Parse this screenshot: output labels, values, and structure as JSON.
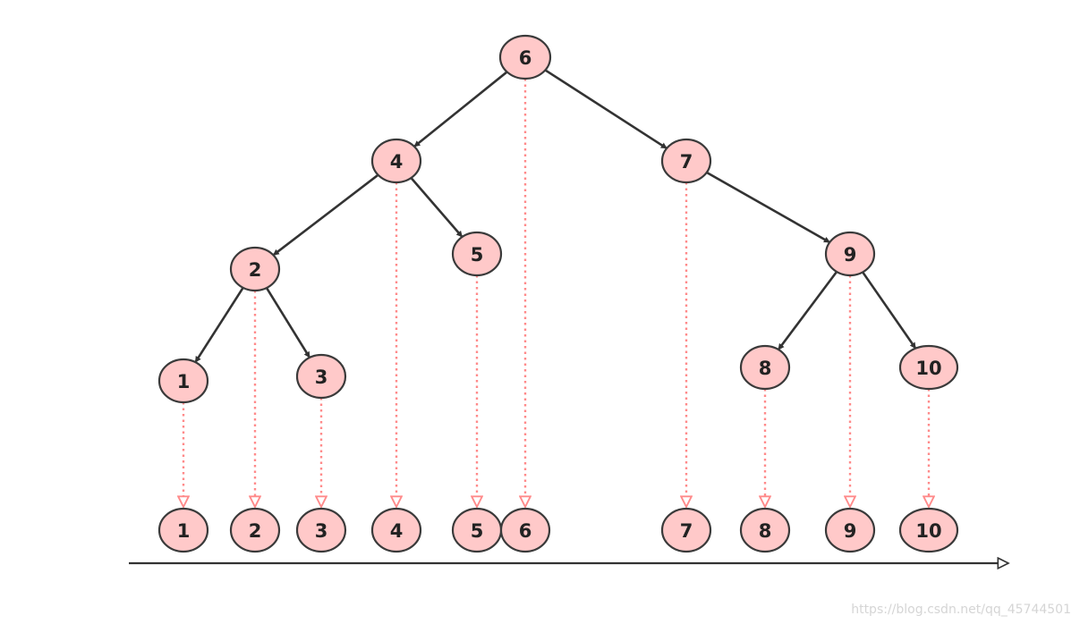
{
  "diagram": {
    "tree_nodes": [
      {
        "id": "t6",
        "label": "6"
      },
      {
        "id": "t4",
        "label": "4"
      },
      {
        "id": "t7",
        "label": "7"
      },
      {
        "id": "t2",
        "label": "2"
      },
      {
        "id": "t5",
        "label": "5"
      },
      {
        "id": "t9",
        "label": "9"
      },
      {
        "id": "t1",
        "label": "1"
      },
      {
        "id": "t3",
        "label": "3"
      },
      {
        "id": "t8",
        "label": "8"
      },
      {
        "id": "t10",
        "label": "10"
      }
    ],
    "tree_edges": [
      [
        "t6",
        "t4"
      ],
      [
        "t6",
        "t7"
      ],
      [
        "t4",
        "t2"
      ],
      [
        "t4",
        "t5"
      ],
      [
        "t2",
        "t1"
      ],
      [
        "t2",
        "t3"
      ],
      [
        "t7",
        "t9"
      ],
      [
        "t9",
        "t8"
      ],
      [
        "t9",
        "t10"
      ]
    ],
    "sequence": [
      "1",
      "2",
      "3",
      "4",
      "5",
      "6",
      "7",
      "8",
      "9",
      "10"
    ],
    "colors": {
      "node_fill": "#ffc9c9",
      "node_stroke": "#3a3a3a",
      "tree_edge": "#333333",
      "projection": "#ff8a8a",
      "axis": "#333333"
    }
  },
  "watermark": "https://blog.csdn.net/qq_45744501"
}
